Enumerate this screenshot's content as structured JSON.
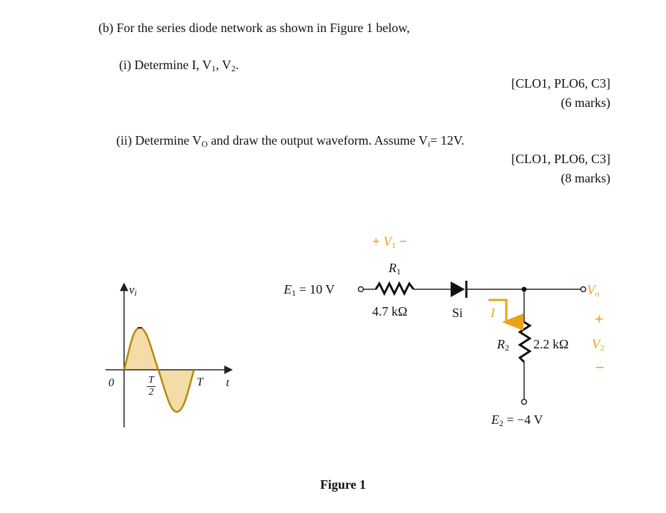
{
  "question": {
    "part_b": "(b) For the series diode network as shown in Figure 1 below,",
    "part_i": {
      "prefix": "(i)  Determine I, V",
      "sub1": "1",
      "mid": ", V",
      "sub2": "2",
      "suffix": "."
    },
    "part_i_clo": "[CLO1, PLO6, C3]",
    "part_i_marks": "(6 marks)",
    "part_ii": {
      "prefix": "(ii) Determine V",
      "sub_o": "O",
      "mid": " and draw the output waveform. Assume V",
      "sub_i": "i",
      "suffix": "= 12V."
    },
    "part_ii_clo": "[CLO1, PLO6, C3]",
    "part_ii_marks": "(8 marks)"
  },
  "figure": {
    "caption": "Figure 1",
    "colors": {
      "accent": "#e8a317",
      "wave_fill": "#f3dca8",
      "wave_stroke": "#b8860b",
      "wire": "#222222"
    },
    "waveform": {
      "y_label": "v",
      "y_label_sub": "i",
      "x_label": "t",
      "origin_label": "0",
      "half_period_num": "T",
      "half_period_den": "2",
      "period_label": "T"
    },
    "circuit": {
      "e1_label": "E",
      "e1_sub": "1",
      "e1_value": " = 10 V",
      "v1_plus": "+",
      "v1_label": "V",
      "v1_sub": "1",
      "v1_minus": "−",
      "r1_label": "R",
      "r1_sub": "1",
      "r1_value": "4.7 kΩ",
      "diode_label": "Si",
      "current_label": "I",
      "r2_label": "R",
      "r2_sub": "2",
      "r2_value": "2.2 kΩ",
      "vo_label": "V",
      "vo_sub": "o",
      "v2_plus": "+",
      "v2_label": "V",
      "v2_sub": "2",
      "v2_minus": "−",
      "e2_label": "E",
      "e2_sub": "2",
      "e2_value": " = −4 V"
    }
  }
}
